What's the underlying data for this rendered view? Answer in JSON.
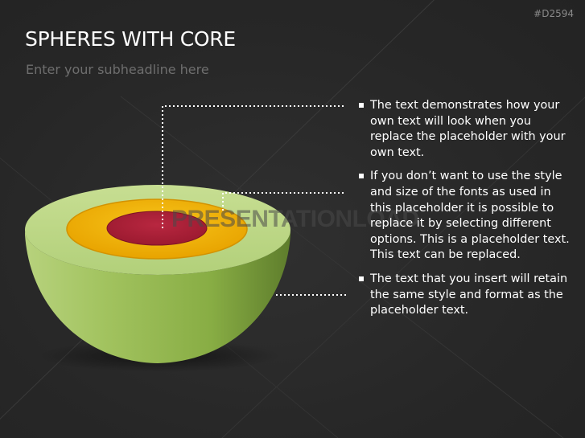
{
  "slide": {
    "code": "#D2594",
    "title": "SPHERES WITH CORE",
    "subtitle": "Enter your subheadline here",
    "watermark": "PRESENTATIONLOAD"
  },
  "colors": {
    "background": "#2b2b2b",
    "outer_shell": "#8fb94a",
    "mid_layer": "#f2b705",
    "core": "#b0213a"
  },
  "bullets": [
    {
      "text": "The text demonstrates how your own text will look when you replace the placeholder with your own text."
    },
    {
      "text": "If you don’t want to use the style and size of the fonts as used in this placeholder it is possible to replace it by selecting different options. This is a placeholder text. This text can be replaced."
    },
    {
      "text": "The text that you insert will retain the same style and format as the placeholder text."
    }
  ]
}
